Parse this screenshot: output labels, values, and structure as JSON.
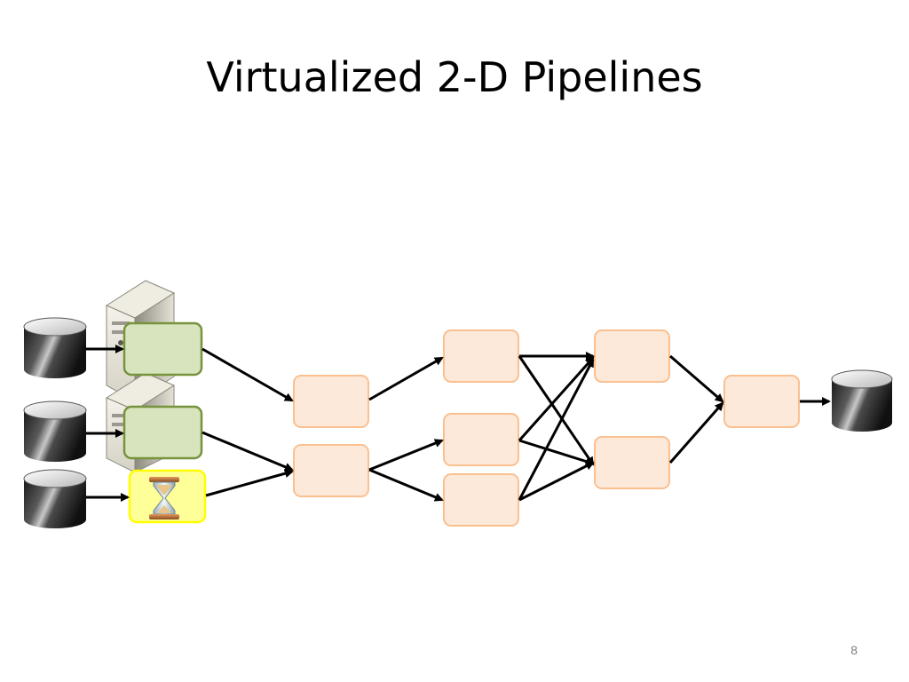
{
  "slide": {
    "title": "Virtualized 2-D Pipelines",
    "page_number": "8"
  },
  "colors": {
    "worker_fill": "#d7e4bd",
    "worker_stroke": "#77933c",
    "waiting_fill": "#ffff99",
    "waiting_stroke": "#ffff00",
    "stage_fill": "#fde9d9",
    "stage_stroke": "#fac090",
    "arrow": "#000000"
  },
  "icons": [
    "database-icon",
    "server-icon",
    "hourglass-icon"
  ],
  "diagram": {
    "data_sources": 3,
    "active_workers": 2,
    "waiting_workers": 1,
    "pipeline_stages": 8,
    "data_sinks": 1
  }
}
